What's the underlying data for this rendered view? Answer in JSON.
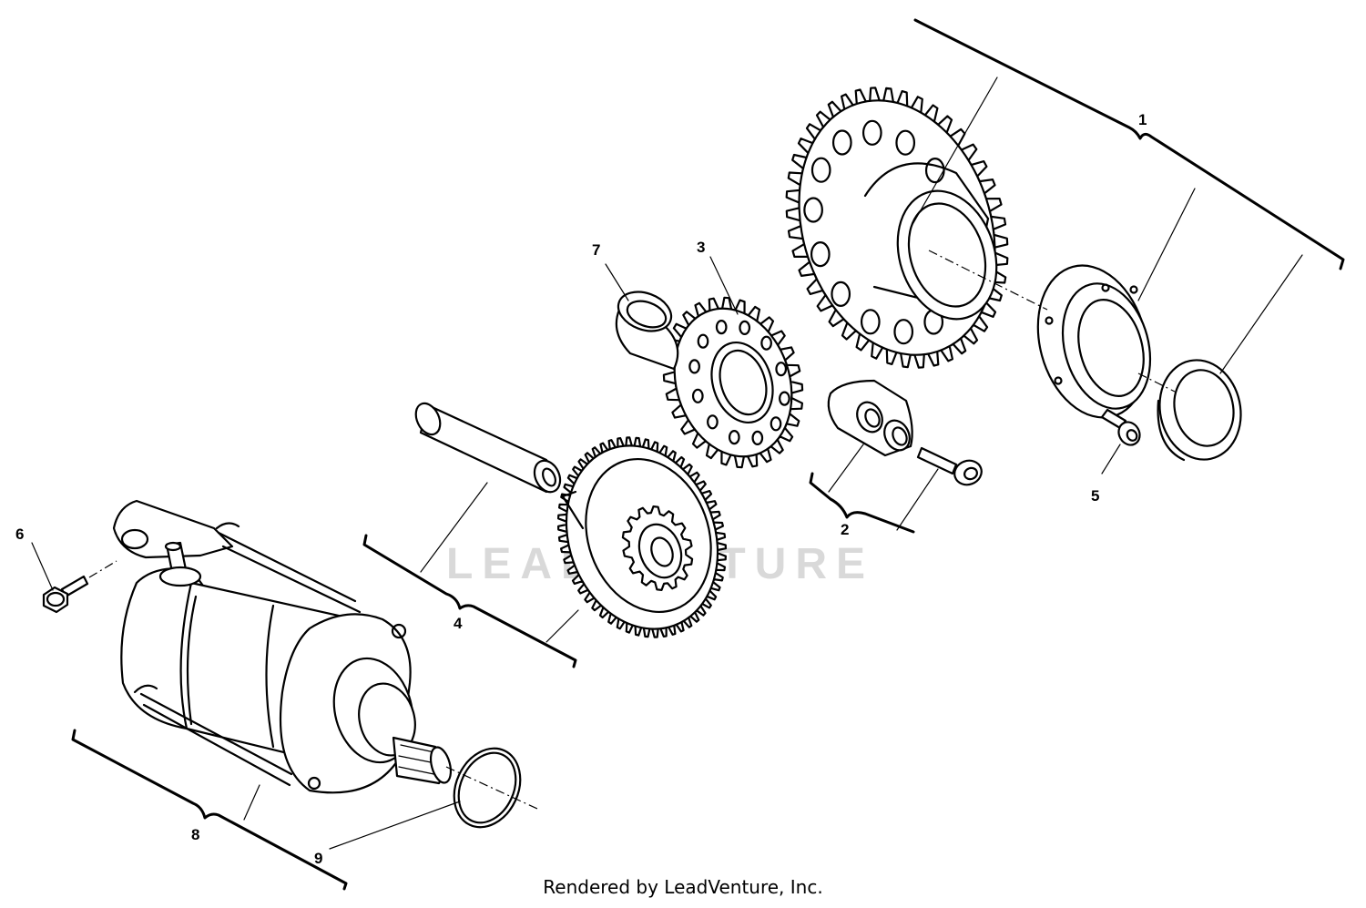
{
  "diagram": {
    "watermark": "LEADVENTURE",
    "footer": "Rendered by LeadVenture, Inc.",
    "callouts": [
      {
        "id": "1",
        "label": "1",
        "part": "starter-clutch-assembly"
      },
      {
        "id": "2",
        "label": "2",
        "part": "bracket-and-bolt-set"
      },
      {
        "id": "3",
        "label": "3",
        "part": "idler-gear"
      },
      {
        "id": "4",
        "label": "4",
        "part": "reduction-gear-and-shaft"
      },
      {
        "id": "5",
        "label": "5",
        "part": "socket-bolt"
      },
      {
        "id": "6",
        "label": "6",
        "part": "flange-bolt"
      },
      {
        "id": "7",
        "label": "7",
        "part": "bushing"
      },
      {
        "id": "8",
        "label": "8",
        "part": "starter-motor"
      },
      {
        "id": "9",
        "label": "9",
        "part": "o-ring"
      }
    ]
  }
}
